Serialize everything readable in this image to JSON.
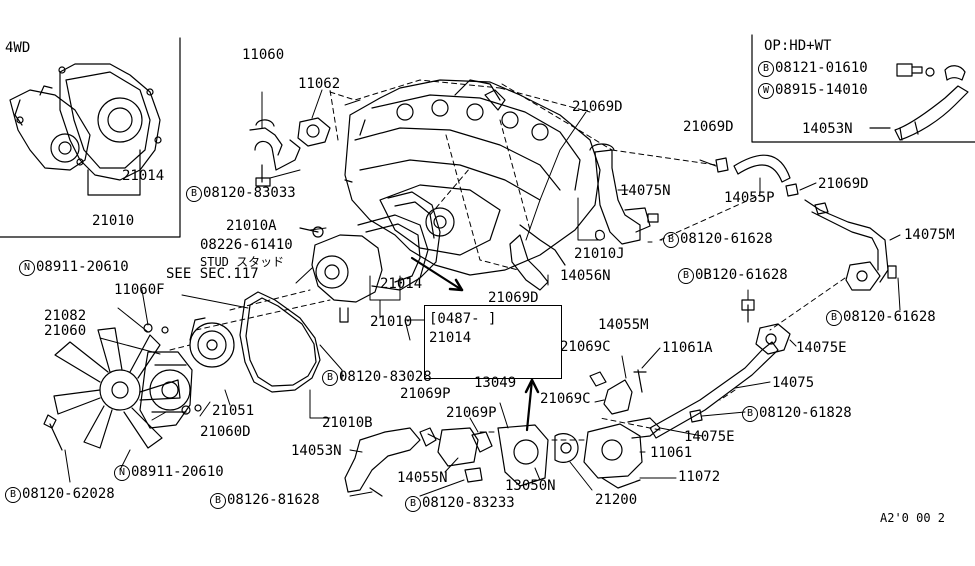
{
  "inset_4wd": {
    "title": "4WD",
    "part_a": "21014",
    "part_b": "21010"
  },
  "inset_option": {
    "title": "OP:HD+WT",
    "row1": {
      "prefix": "B",
      "code": "08121-01610"
    },
    "row2": {
      "prefix": "W",
      "code": "08915-14010"
    },
    "part": "14053N"
  },
  "callout": {
    "date": "[0487-     ]",
    "part": "21014"
  },
  "labels": {
    "p11060": "11060",
    "p11062": "11062",
    "b_08120_83033": {
      "prefix": "B",
      "code": "08120-83033"
    },
    "p21010A": "21010A",
    "stud_code": "08226-61410",
    "stud_text": "STUD スタッド",
    "see_sec": "SEE SEC.117",
    "n_08911_20610_top": {
      "prefix": "N",
      "code": "08911-20610"
    },
    "p11060F": "11060F",
    "p21082": "21082",
    "p21060": "21060",
    "p21014_mid": "21014",
    "p21010_mid": "21010",
    "b_08120_83028": {
      "prefix": "B",
      "code": "08120-83028"
    },
    "p21051": "21051",
    "p21060D": "21060D",
    "p21010B": "21010B",
    "n_08911_20610_bottom": {
      "prefix": "N",
      "code": "08911-20610"
    },
    "b_08120_62028": {
      "prefix": "B",
      "code": "08120-62028"
    },
    "p21069D_top": "21069D",
    "p14075N": "14075N",
    "p21010J": "21010J",
    "b_08120_61628_mid": {
      "prefix": "B",
      "code": "08120-61628"
    },
    "p14056N": "14056N",
    "p21069D_mid": "21069D",
    "p21069D_right": "21069D",
    "p14055P": "14055P",
    "p21069D_right2": "21069D",
    "p14075M": "14075M",
    "b_0b120_61628": {
      "prefix": "B",
      "code": "0B120-61628"
    },
    "b_08120_61628_right": {
      "prefix": "B",
      "code": "08120-61628"
    },
    "p14075E_top": "14075E",
    "p14055M": "14055M",
    "p21069C_a": "21069C",
    "p11061A": "11061A",
    "p14075": "14075",
    "p21069C_b": "21069C",
    "b_08120_61828": {
      "prefix": "B",
      "code": "08120-61828"
    },
    "p14075E_bottom": "14075E",
    "p13049": "13049",
    "p21069P_a": "21069P",
    "p21069P_b": "21069P",
    "p11061": "11061",
    "p14053N": "14053N",
    "p14055N": "14055N",
    "p13050N": "13050N",
    "p11072": "11072",
    "p21200": "21200",
    "b_08126_81628": {
      "prefix": "B",
      "code": "08126-81628"
    },
    "b_08120_83233": {
      "prefix": "B",
      "code": "08120-83233"
    },
    "ref_code": "A2'0  00 2"
  }
}
